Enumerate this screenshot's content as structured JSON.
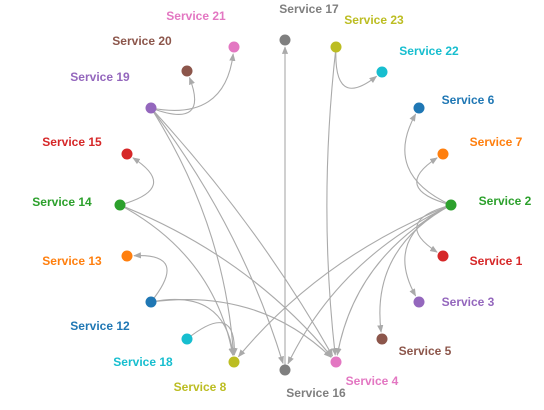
{
  "nodes": [
    {
      "id": "s21",
      "label": "Service 21",
      "color": "#e377c2"
    },
    {
      "id": "s17",
      "label": "Service 17",
      "color": "#7f7f7f"
    },
    {
      "id": "s23",
      "label": "Service 23",
      "color": "#bcbd22"
    },
    {
      "id": "s20",
      "label": "Service 20",
      "color": "#8c564b"
    },
    {
      "id": "s22",
      "label": "Service 22",
      "color": "#17becf"
    },
    {
      "id": "s19",
      "label": "Service 19",
      "color": "#9467bd"
    },
    {
      "id": "s6",
      "label": "Service 6",
      "color": "#1f77b4"
    },
    {
      "id": "s15",
      "label": "Service 15",
      "color": "#d62728"
    },
    {
      "id": "s7",
      "label": "Service 7",
      "color": "#ff7f0e"
    },
    {
      "id": "s14",
      "label": "Service 14",
      "color": "#2ca02c"
    },
    {
      "id": "s2",
      "label": "Service 2",
      "color": "#2ca02c"
    },
    {
      "id": "s1",
      "label": "Service 1",
      "color": "#d62728"
    },
    {
      "id": "s13",
      "label": "Service 13",
      "color": "#ff7f0e"
    },
    {
      "id": "s3",
      "label": "Service 3",
      "color": "#9467bd"
    },
    {
      "id": "s12",
      "label": "Service 12",
      "color": "#1f77b4"
    },
    {
      "id": "s5",
      "label": "Service 5",
      "color": "#8c564b"
    },
    {
      "id": "s18",
      "label": "Service 18",
      "color": "#17becf"
    },
    {
      "id": "s4",
      "label": "Service 4",
      "color": "#e377c2"
    },
    {
      "id": "s8",
      "label": "Service 8",
      "color": "#bcbd22"
    },
    {
      "id": "s16",
      "label": "Service 16",
      "color": "#7f7f7f"
    }
  ],
  "edges": [
    {
      "source": "s19",
      "target": "s21"
    },
    {
      "source": "s19",
      "target": "s20"
    },
    {
      "source": "s19",
      "target": "s8"
    },
    {
      "source": "s19",
      "target": "s4"
    },
    {
      "source": "s19",
      "target": "s16"
    },
    {
      "source": "s23",
      "target": "s22"
    },
    {
      "source": "s23",
      "target": "s4"
    },
    {
      "source": "s16",
      "target": "s17"
    },
    {
      "source": "s14",
      "target": "s15"
    },
    {
      "source": "s14",
      "target": "s8"
    },
    {
      "source": "s14",
      "target": "s4"
    },
    {
      "source": "s12",
      "target": "s13"
    },
    {
      "source": "s12",
      "target": "s8"
    },
    {
      "source": "s12",
      "target": "s4"
    },
    {
      "source": "s18",
      "target": "s8"
    },
    {
      "source": "s2",
      "target": "s6"
    },
    {
      "source": "s2",
      "target": "s7"
    },
    {
      "source": "s2",
      "target": "s1"
    },
    {
      "source": "s2",
      "target": "s3"
    },
    {
      "source": "s2",
      "target": "s5"
    },
    {
      "source": "s2",
      "target": "s4"
    },
    {
      "source": "s2",
      "target": "s8"
    },
    {
      "source": "s2",
      "target": "s16"
    }
  ],
  "edge_color": "#aaaaaa"
}
